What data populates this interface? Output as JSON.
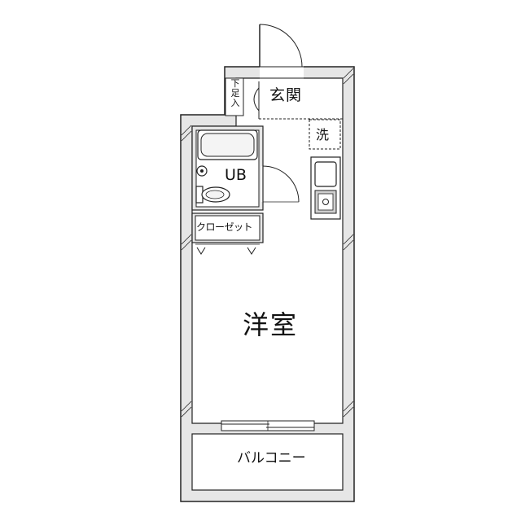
{
  "rooms": {
    "entrance": "玄関",
    "shoe_storage": "下足入",
    "washer_space": "洗",
    "unit_bath": "UB",
    "closet": "クローゼット",
    "western_room": "洋室",
    "balcony": "バルコニー"
  },
  "colors": {
    "wall_outline": "#222222",
    "wall_fill": "#e6e6e6",
    "fixture_fill": "#cfcfcf"
  }
}
